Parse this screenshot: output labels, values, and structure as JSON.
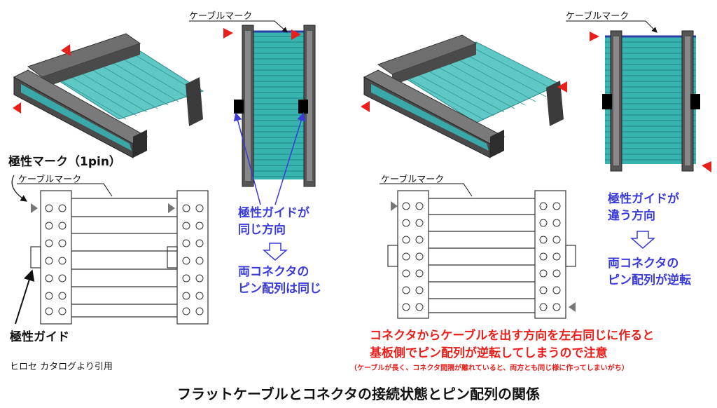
{
  "labels": {
    "cable_mark": "ケーブルマーク",
    "polarity_mark": "極性マーク（1pin）",
    "polarity_guide": "極性ガイド",
    "citation": "ヒロセ カタログより引用"
  },
  "left_panel": {
    "guide_note": [
      "極性ガイドが",
      "同じ方向"
    ],
    "result": [
      "両コネクタの",
      "ピン配列は同じ"
    ]
  },
  "right_panel": {
    "guide_note": [
      "極性ガイドが",
      "違う方向"
    ],
    "result": [
      "両コネクタの",
      "ピン配列が逆転"
    ]
  },
  "warning": {
    "line1": "コネクタからケーブルを出す方向を左右同じに作ると",
    "line2": "基板側でピン配列が逆転してしまうので注意",
    "note": "（ケーブルが長く、コネクタ間隔が離れていると、両方とも同じ様に作ってしまいがち）"
  },
  "title": "フラットケーブルとコネクタの接続状態とピン配列の関係",
  "colors": {
    "cable": "#38b4b0",
    "connector": "#444444",
    "marker": "#e8201c",
    "note_blue": "#3a3ad8"
  }
}
